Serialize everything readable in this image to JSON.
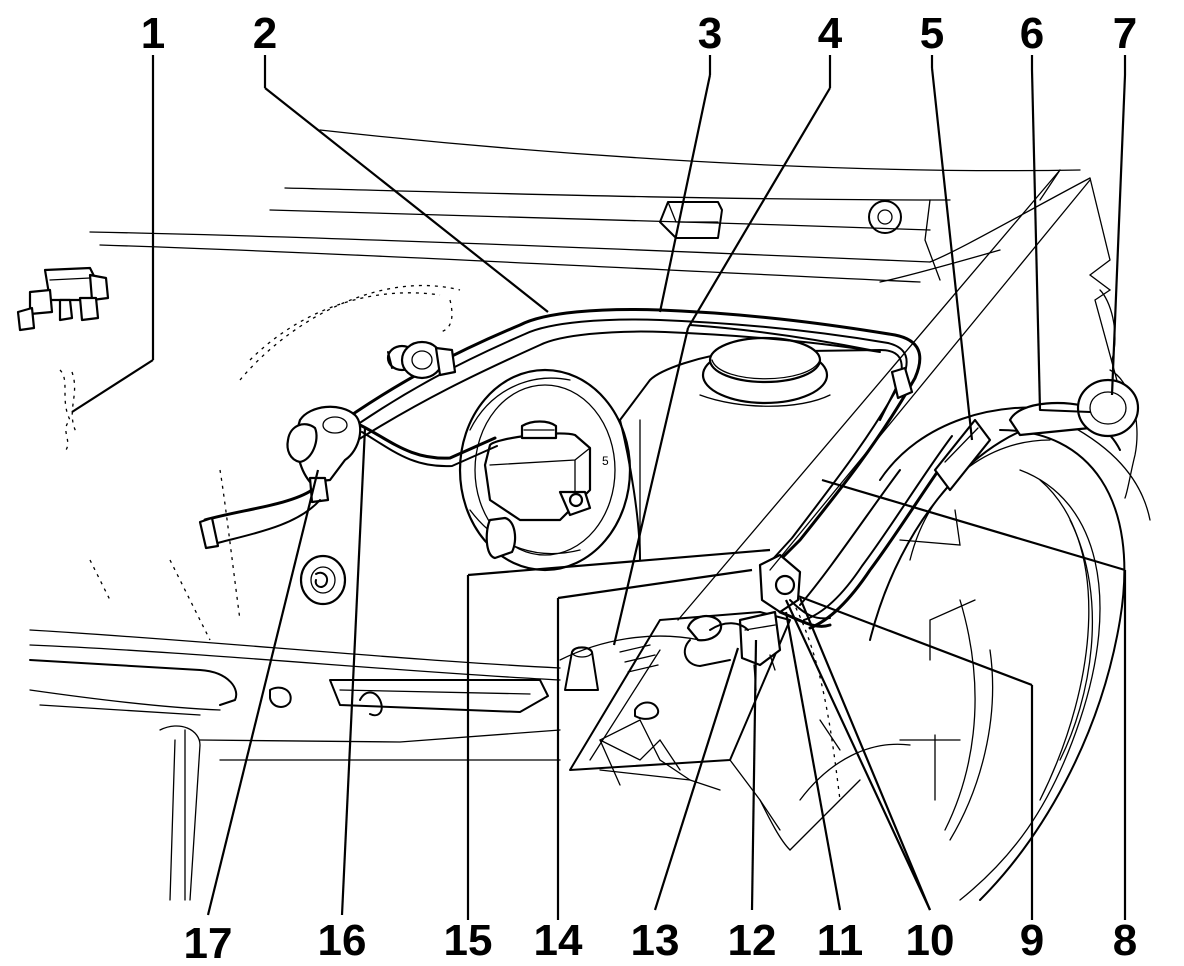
{
  "callouts": [
    {
      "id": "c1",
      "label": "1"
    },
    {
      "id": "c2",
      "label": "2"
    },
    {
      "id": "c3",
      "label": "3"
    },
    {
      "id": "c4",
      "label": "4"
    },
    {
      "id": "c5",
      "label": "5"
    },
    {
      "id": "c6",
      "label": "6"
    },
    {
      "id": "c7",
      "label": "7"
    },
    {
      "id": "c8",
      "label": "8"
    },
    {
      "id": "c9",
      "label": "9"
    },
    {
      "id": "c10",
      "label": "10"
    },
    {
      "id": "c11",
      "label": "11"
    },
    {
      "id": "c12",
      "label": "12"
    },
    {
      "id": "c13",
      "label": "13"
    },
    {
      "id": "c14",
      "label": "14"
    },
    {
      "id": "c15",
      "label": "15"
    },
    {
      "id": "c16",
      "label": "16"
    },
    {
      "id": "c17",
      "label": "17"
    }
  ],
  "reservoir_marks": {
    "cap_mark": "5"
  },
  "colors": {
    "ink": "#000000",
    "paper": "#ffffff"
  }
}
